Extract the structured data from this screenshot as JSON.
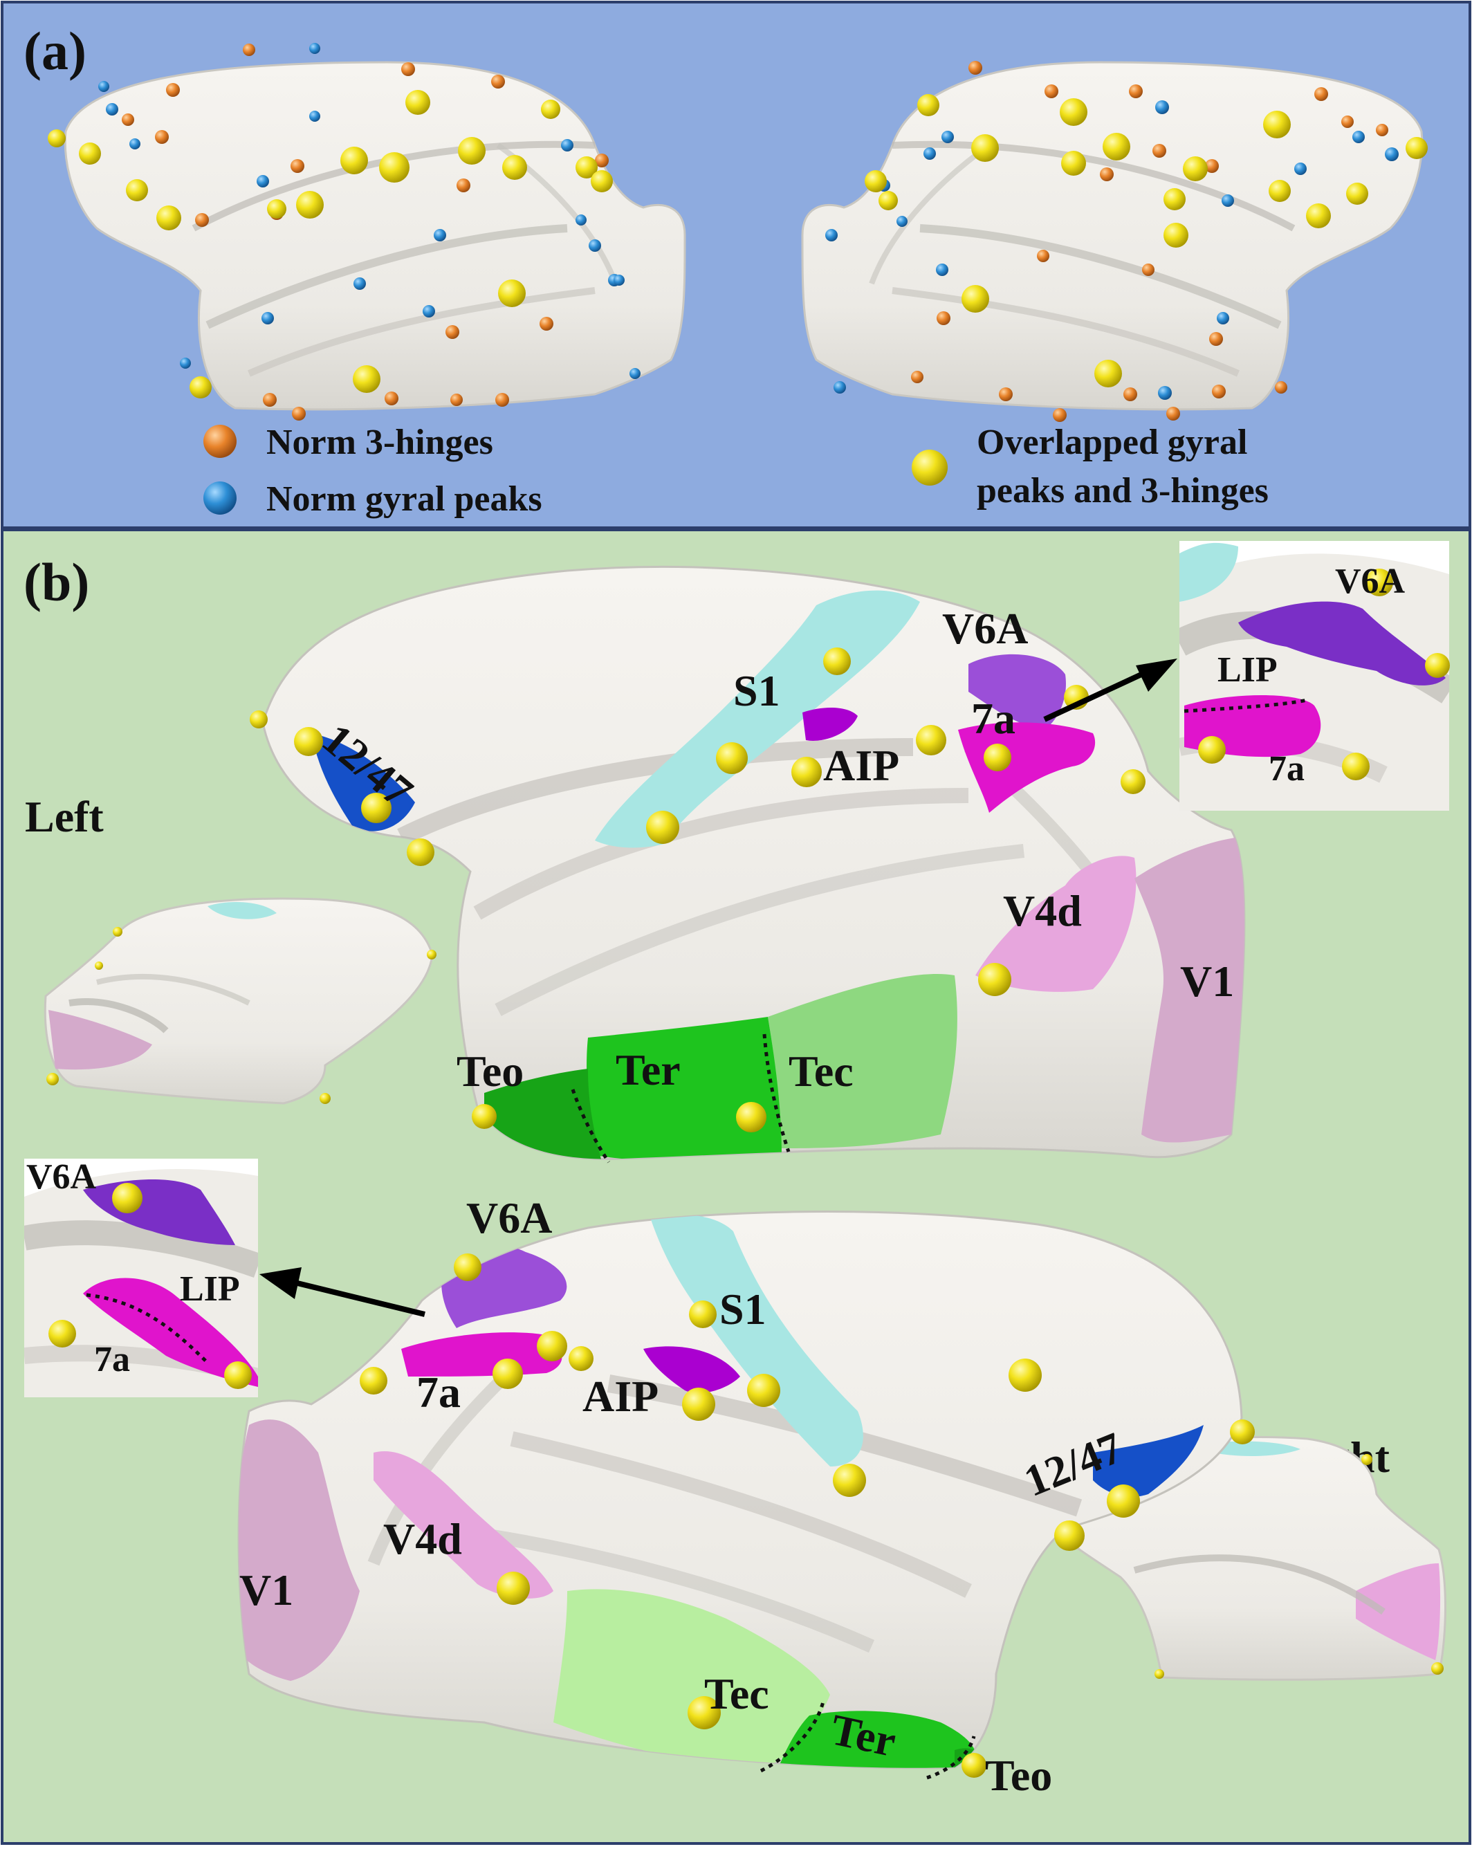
{
  "panel_a": {
    "label": "(a)",
    "legend": {
      "orange": "Norm 3-hinges",
      "blue": "Norm gyral peaks",
      "yellow_line1": "Overlapped gyral",
      "yellow_line2": "peaks and 3-hinges"
    },
    "colors": {
      "background": "#8EABDF",
      "orange": "#E8832A",
      "blue": "#2E8FD6",
      "yellow": "#F2E21B"
    }
  },
  "panel_b": {
    "label": "(b)",
    "left_label": "Left",
    "right_label": "Right",
    "left_regions": {
      "r1247": "12/47",
      "s1": "S1",
      "v6a": "V6A",
      "r7a": "7a",
      "aip": "AIP",
      "v4d": "V4d",
      "v1": "V1",
      "teo": "Teo",
      "ter": "Ter",
      "tec": "Tec"
    },
    "left_inset": {
      "v6a": "V6A",
      "lip": "LIP",
      "r7a": "7a"
    },
    "right_regions": {
      "v6a": "V6A",
      "s1": "S1",
      "r7a": "7a",
      "aip": "AIP",
      "r1247": "12/47",
      "v4d": "V4d",
      "v1": "V1",
      "tec": "Tec",
      "ter": "Ter",
      "teo": "Teo"
    },
    "right_inset": {
      "v6a": "V6A",
      "lip": "LIP",
      "r7a": "7a"
    },
    "colors": {
      "background": "#C5DFB9",
      "cortex": "#EFEDE8",
      "cyan": "#A8E6E3",
      "purple": "#9B4FD8",
      "magenta": "#E014CC",
      "pink": "#E7A6DD",
      "mauve": "#D4AACB",
      "light_green": "#8ED880",
      "bright_green": "#1EC41E",
      "blue": "#1550C8"
    }
  }
}
